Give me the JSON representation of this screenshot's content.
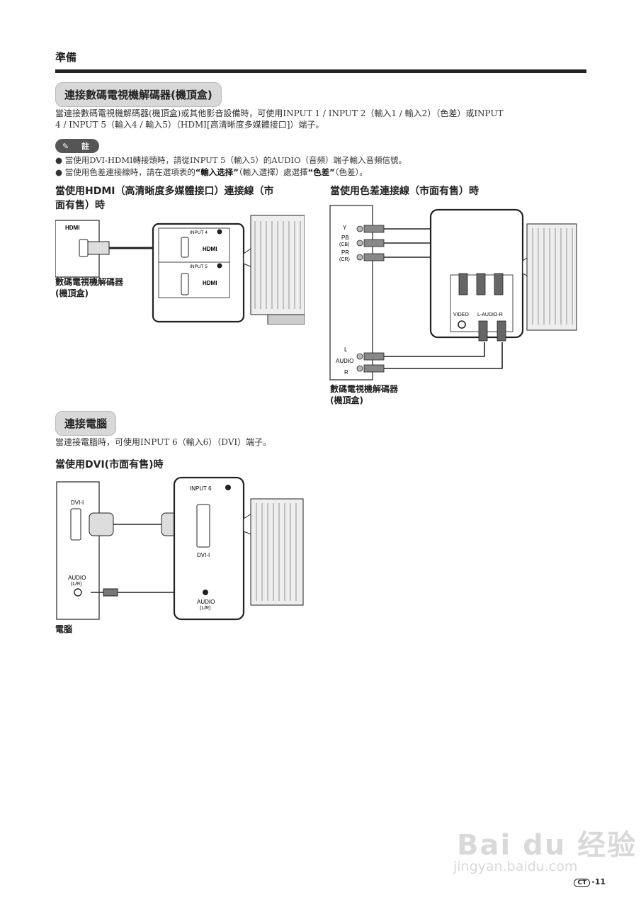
{
  "header": {
    "section": "準備"
  },
  "section1": {
    "title": "連接數碼電視機解碼器(機頂盒)",
    "body_line1": "當連接數碼電視機解碼器(機頂盒)或其他影音設備時，可使用INPUT 1 / INPUT 2（輸入1 / 輸入2）（色差）或INPUT",
    "body_line2": "4 / INPUT  5（輸入4 / 輸入5）（HDMI[高清晰度多媒體接口]）端子。",
    "note_label": "註",
    "note1": "當使用DVI-HDMI轉接頭時，請從INPUT  5（輸入5）的AUDIO（音頻）端子輸入音頻信號。",
    "note2_prefix": "當使用色差連接線時，請在選項表的",
    "note2_bold1": "“輸入选择”",
    "note2_mid": "（輸入選擇）處選擇",
    "note2_bold2": "“色差”",
    "note2_suffix": "（色差）。"
  },
  "hdmi_diagram": {
    "title_line1": "當使用HDMI（高清晰度多媒體接口）連接線（市",
    "title_line2": "面有售）時",
    "device_label": "HDMI",
    "port4_label": "INPUT 4",
    "port5_label": "INPUT 5",
    "port_logo": "HDMI",
    "caption_line1": "數碼電視機解碼器",
    "caption_line2": "(機頂盒)"
  },
  "component_diagram": {
    "title": "當使用色差連接線（市面有售）時",
    "y": "Y",
    "pb": "PB",
    "cb": "(CB)",
    "pr": "PR",
    "cr": "(CR)",
    "audio_l": "L",
    "audio": "AUDIO",
    "audio_r": "R",
    "tv_video": "VIDEO",
    "tv_audio": "L-AUDIO-R",
    "caption_line1": "數碼電視機解碼器",
    "caption_line2": "(機頂盒)"
  },
  "section2": {
    "title": "連接電腦",
    "body": "當連接電腦時，可使用INPUT  6（輸入6）（DVI）端子。"
  },
  "dvi_diagram": {
    "title": "當使用DVI(市面有售)時",
    "pc_dvi_label": "DVI-I",
    "pc_audio_label": "AUDIO",
    "pc_audio_sub": "(L/R)",
    "port6_label": "INPUT 6",
    "tv_dvi_label": "DVI-I",
    "tv_audio_label": "AUDIO",
    "tv_audio_sub": "(L/R)",
    "caption": "電腦"
  },
  "footer": {
    "badge": "CT",
    "page": "-11"
  },
  "watermark": {
    "line1": "Bai du 经验",
    "line2": "jingyan.baidu.com"
  }
}
